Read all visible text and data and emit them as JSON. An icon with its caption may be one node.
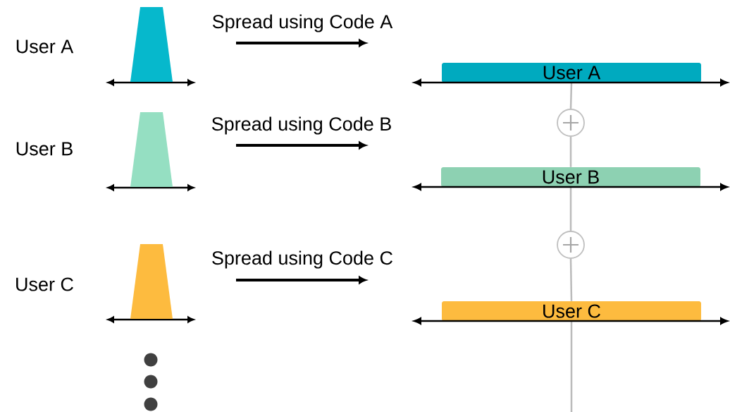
{
  "diagram": {
    "nodes": [
      {
        "text": [],
        "shape": "trapezoid",
        "beside": [
          "User A"
        ]
      },
      {
        "text": [
          "User A"
        ]
      },
      {
        "text": [],
        "shape": "circle"
      },
      {
        "text": [],
        "shape": "trapezoid",
        "beside": [
          "User B"
        ]
      },
      {
        "text": [
          "User B"
        ]
      },
      {
        "text": [],
        "shape": "circle"
      },
      {
        "text": [],
        "shape": "trapezoid",
        "beside": [
          "User C"
        ]
      },
      {
        "text": [
          "User C"
        ]
      }
    ],
    "edges": [
      {
        "from": 1,
        "to": 2,
        "arrow": "none"
      },
      {
        "from": 2,
        "to": 4,
        "arrow": "none"
      },
      {
        "from": 4,
        "to": 5,
        "arrow": "none"
      },
      {
        "from": 5,
        "to": 7,
        "arrow": "none"
      },
      {
        "from": 7,
        "to": null,
        "arrow": "none"
      }
    ],
    "labels": [
      "Spread using Code A",
      "Spread using Code B",
      "Spread using Code C"
    ]
  }
}
